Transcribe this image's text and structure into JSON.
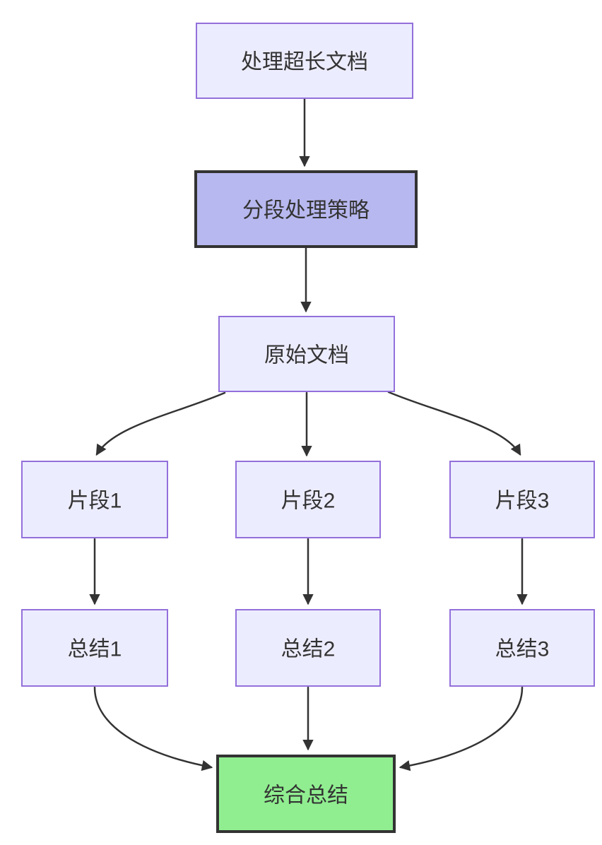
{
  "diagram": {
    "type": "flowchart",
    "direction": "top-down",
    "background": "#ffffff",
    "nodes": {
      "start": {
        "label": "处理超长文档",
        "style": "default"
      },
      "strategy": {
        "label": "分段处理策略",
        "style": "highlight-purple"
      },
      "source": {
        "label": "原始文档",
        "style": "default"
      },
      "frag1": {
        "label": "片段1",
        "style": "default"
      },
      "frag2": {
        "label": "片段2",
        "style": "default"
      },
      "frag3": {
        "label": "片段3",
        "style": "default"
      },
      "sum1": {
        "label": "总结1",
        "style": "default"
      },
      "sum2": {
        "label": "总结2",
        "style": "default"
      },
      "sum3": {
        "label": "总结3",
        "style": "default"
      },
      "final": {
        "label": "综合总结",
        "style": "highlight-green"
      }
    },
    "edges": [
      {
        "from": "start",
        "to": "strategy",
        "shape": "straight"
      },
      {
        "from": "strategy",
        "to": "source",
        "shape": "straight"
      },
      {
        "from": "source",
        "to": "frag1",
        "shape": "curve-left"
      },
      {
        "from": "source",
        "to": "frag2",
        "shape": "straight"
      },
      {
        "from": "source",
        "to": "frag3",
        "shape": "curve-right"
      },
      {
        "from": "frag1",
        "to": "sum1",
        "shape": "straight"
      },
      {
        "from": "frag2",
        "to": "sum2",
        "shape": "straight"
      },
      {
        "from": "frag3",
        "to": "sum3",
        "shape": "straight"
      },
      {
        "from": "sum1",
        "to": "final",
        "shape": "curve-right-in"
      },
      {
        "from": "sum2",
        "to": "final",
        "shape": "straight"
      },
      {
        "from": "sum3",
        "to": "final",
        "shape": "curve-left-in"
      }
    ],
    "colors": {
      "node_fill": "#ECECFF",
      "node_border": "#9370DB",
      "strategy_fill": "#B8B8F0",
      "final_fill": "#90EE90",
      "dark_border": "#333333",
      "edge": "#333333",
      "text": "#333333",
      "background": "#ffffff"
    }
  }
}
